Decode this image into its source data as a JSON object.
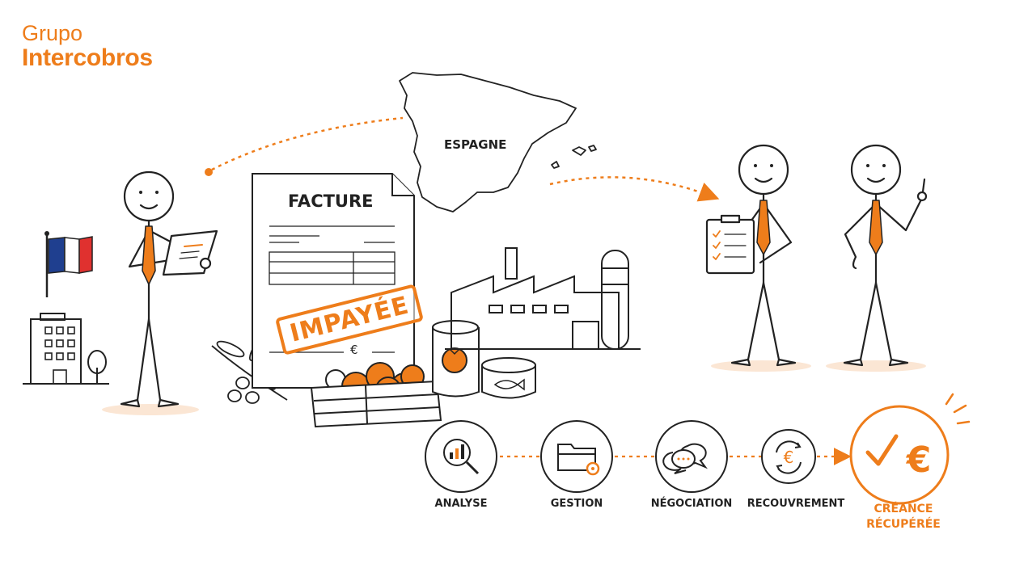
{
  "brand": {
    "line1": "Grupo",
    "line2": "Intercobros"
  },
  "map": {
    "country_label": "ESPAGNE"
  },
  "invoice": {
    "title": "FACTURE",
    "stamp": "IMPAYÉE",
    "currency_symbol": "€"
  },
  "steps": [
    {
      "label": "ANALYSE",
      "icon": "analysis-magnifier-icon"
    },
    {
      "label": "GESTION",
      "icon": "folder-gear-icon"
    },
    {
      "label": "NÉGOCIATION",
      "icon": "chat-bubbles-icon"
    },
    {
      "label": "RECOUVREMENT",
      "icon": "euro-refresh-icon"
    }
  ],
  "result": {
    "line1": "CRÉANCE",
    "line2": "RÉCUPÉRÉE",
    "icon": "check-euro-icon"
  },
  "colors": {
    "accent": "#ee7d1b",
    "ink": "#222222",
    "flag_blue": "#1f3f8f",
    "flag_red": "#e0312f"
  }
}
